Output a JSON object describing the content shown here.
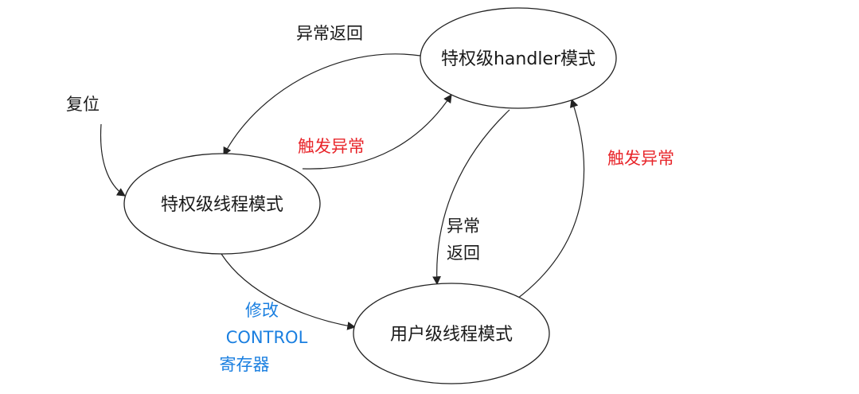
{
  "colors": {
    "stroke": "#222222",
    "text": "#1a1a1a",
    "trigger": "#e8262b",
    "control": "#1a7fe0"
  },
  "states": {
    "handler": "特权级handler模式",
    "priv_thread": "特权级线程模式",
    "user_thread": "用户级线程模式"
  },
  "edges": {
    "reset": "复位",
    "handler_return_top": "异常返回",
    "priv_trigger": "触发异常",
    "handler_to_user_return": [
      "异常",
      "返回"
    ],
    "user_trigger": "触发异常",
    "control_change": [
      "修改",
      "CONTROL",
      "寄存器"
    ]
  }
}
